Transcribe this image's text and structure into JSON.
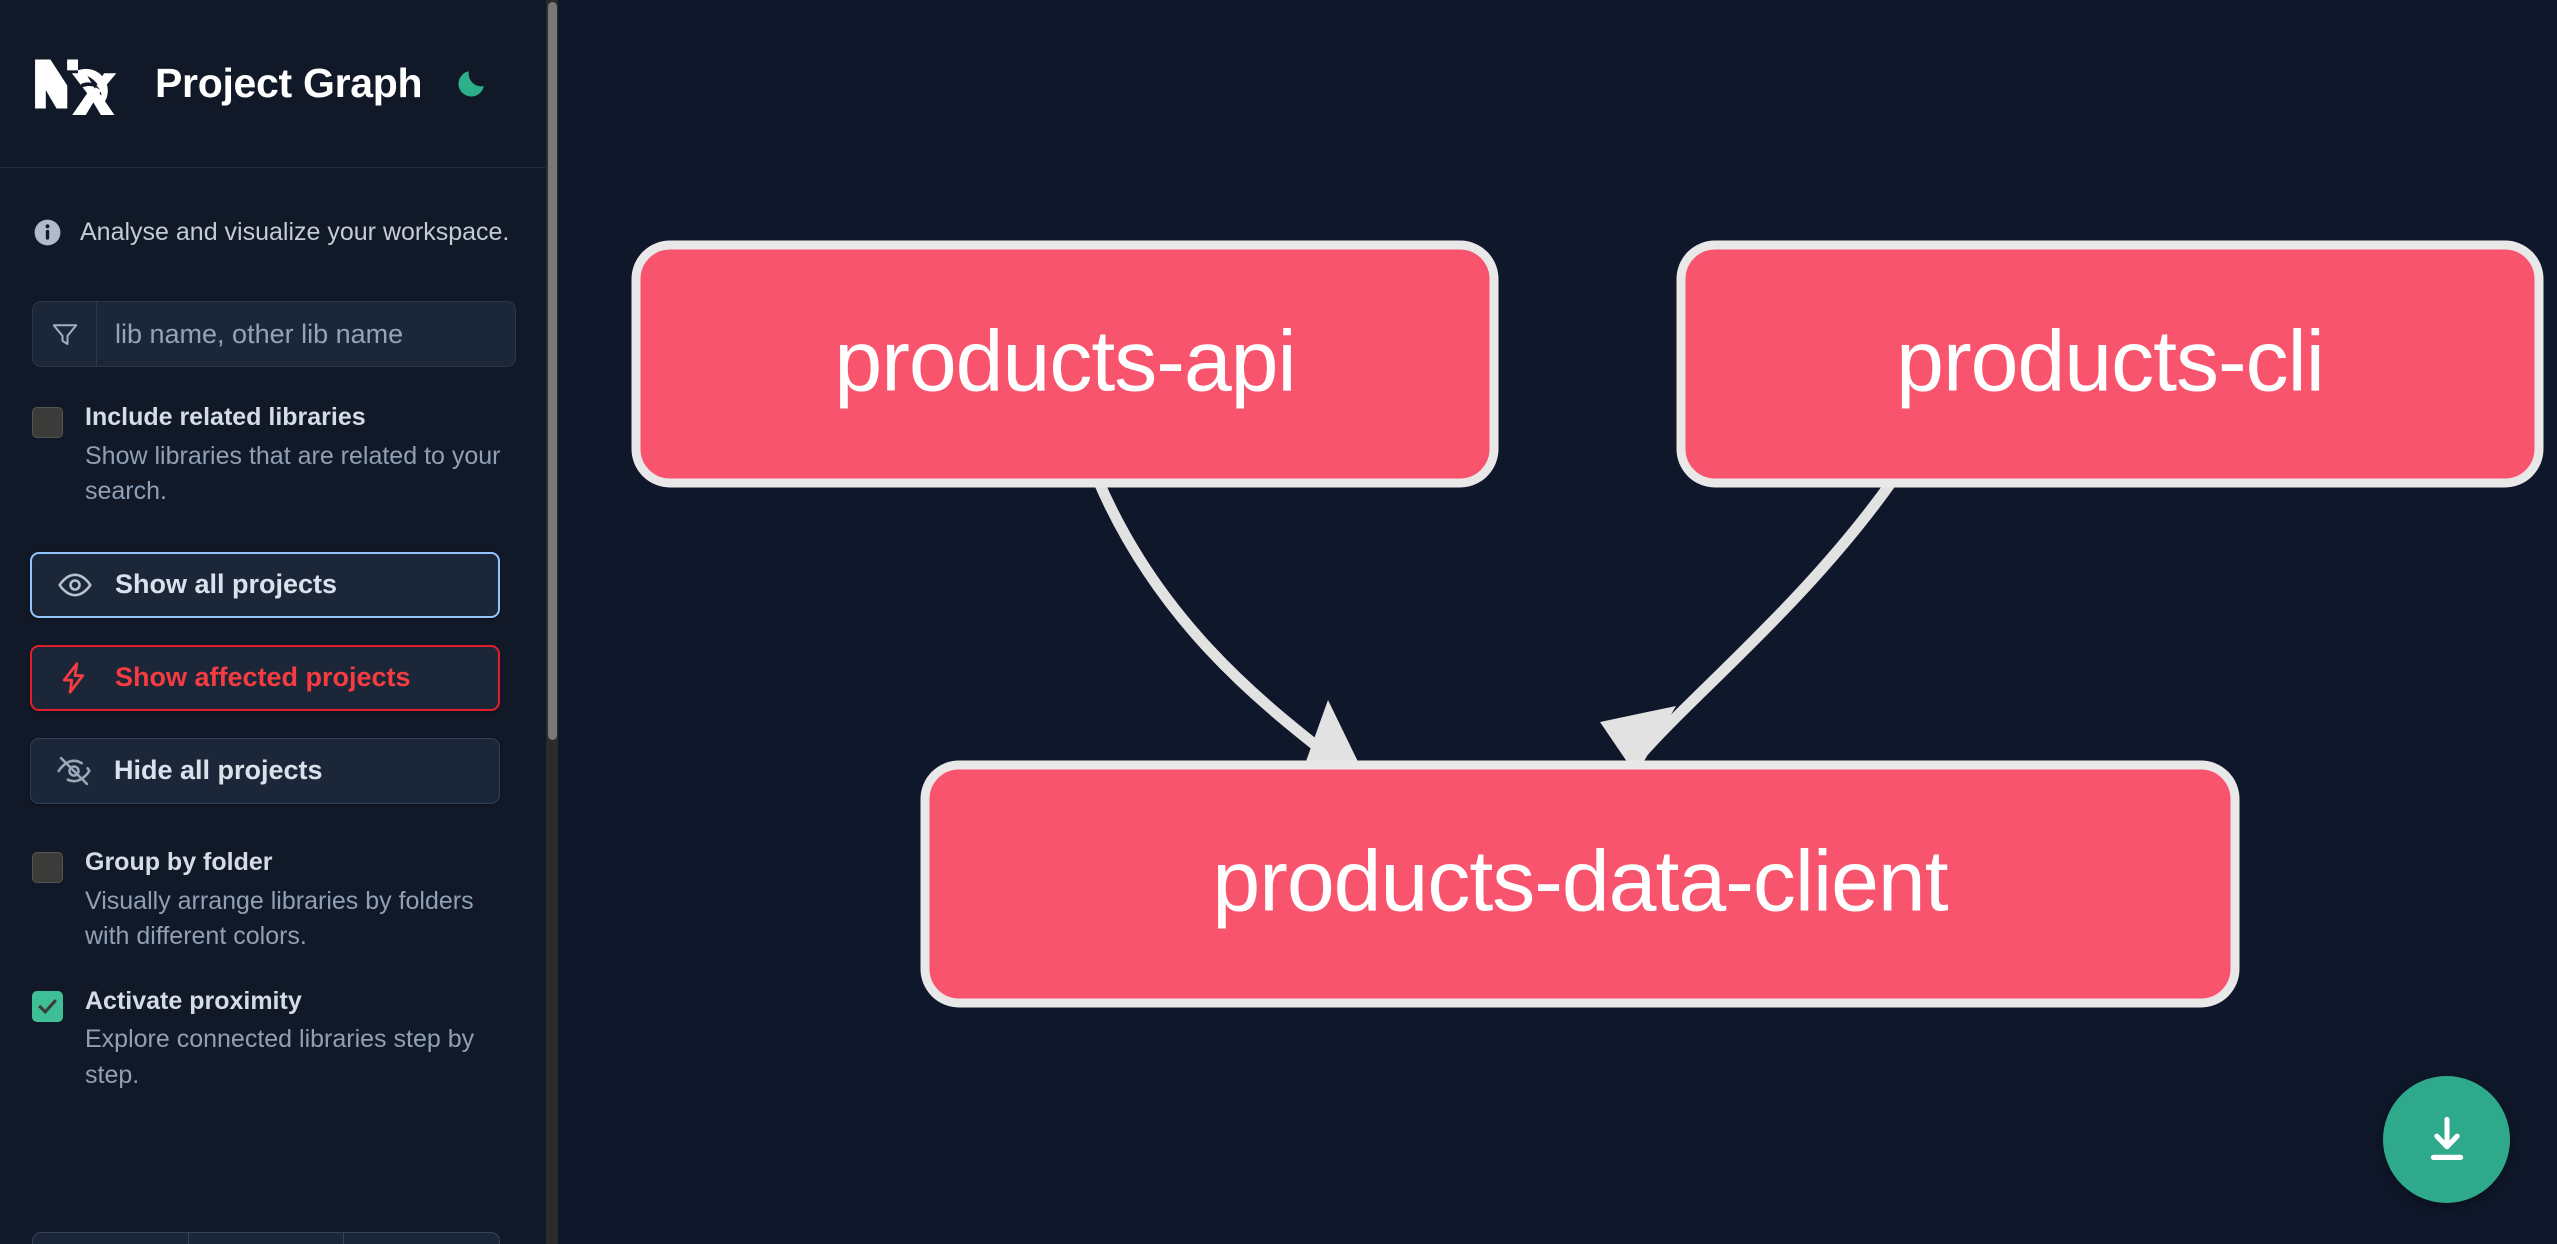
{
  "header": {
    "logo_name": "nx-logo",
    "title": "Project Graph",
    "theme_toggle_icon": "moon-icon"
  },
  "sidebar": {
    "tagline": {
      "icon": "info-icon",
      "text": "Analyse and visualize your workspace."
    },
    "search": {
      "icon": "filter-icon",
      "value": "",
      "placeholder": "lib name, other lib name"
    },
    "options": [
      {
        "name": "include-related-libraries",
        "label": "Include related libraries",
        "description": "Show libraries that are related to your search.",
        "checked": false
      },
      {
        "name": "group-by-folder",
        "label": "Group by folder",
        "description": "Visually arrange libraries by folders with different colors.",
        "checked": false
      },
      {
        "name": "activate-proximity",
        "label": "Activate proximity",
        "description": "Explore connected libraries step by step.",
        "checked": true
      }
    ],
    "buttons": [
      {
        "name": "show-all-projects",
        "label": "Show all projects",
        "icon": "eye-icon",
        "style": "primary"
      },
      {
        "name": "show-affected-projects",
        "label": "Show affected projects",
        "icon": "lightning-icon",
        "style": "danger"
      },
      {
        "name": "hide-all-projects",
        "label": "Hide all projects",
        "icon": "eye-off-icon",
        "style": "neutral"
      }
    ],
    "segmented": [
      "",
      "",
      ""
    ]
  },
  "graph": {
    "download_button_icon": "download-icon",
    "node_fill": "#F9546E",
    "node_border": "#E8E8E8",
    "edge_color": "#E0E0E0",
    "background": "#0F172A",
    "nodes": [
      {
        "name": "products-api",
        "label": "products-api"
      },
      {
        "name": "products-cli",
        "label": "products-cli"
      },
      {
        "name": "products-data-client",
        "label": "products-data-client"
      }
    ],
    "edges": [
      {
        "from": "products-api",
        "to": "products-data-client"
      },
      {
        "from": "products-cli",
        "to": "products-data-client"
      }
    ]
  }
}
